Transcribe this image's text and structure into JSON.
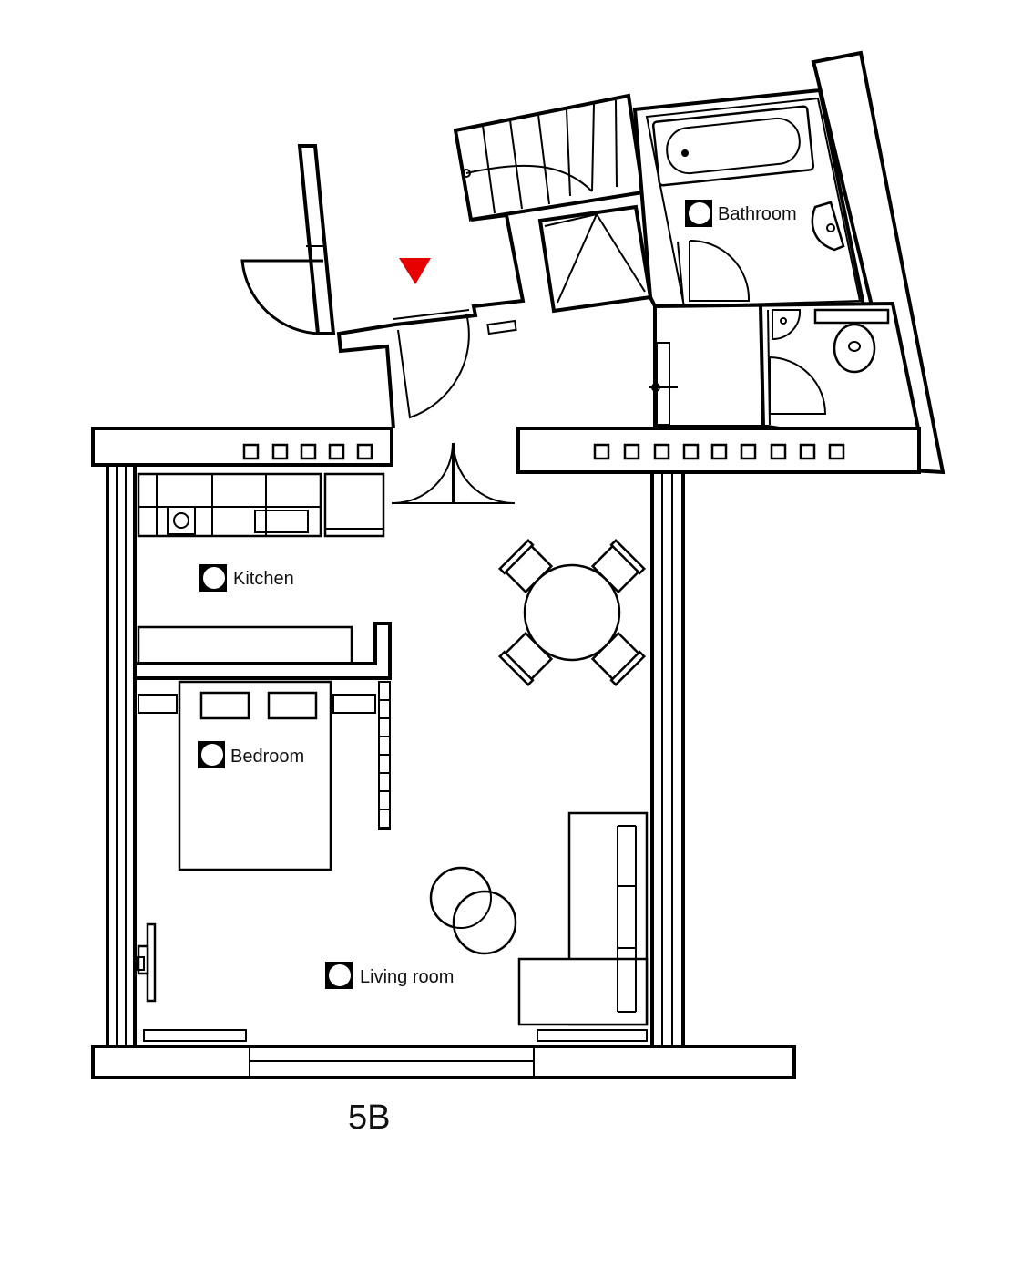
{
  "plan": {
    "unit_label": "5B",
    "entrance_marker_color": "#e60000",
    "rooms": [
      {
        "id": "bathroom",
        "label": "Bathroom"
      },
      {
        "id": "kitchen",
        "label": "Kitchen"
      },
      {
        "id": "bedroom",
        "label": "Bedroom"
      },
      {
        "id": "living-room",
        "label": "Living room"
      }
    ]
  }
}
